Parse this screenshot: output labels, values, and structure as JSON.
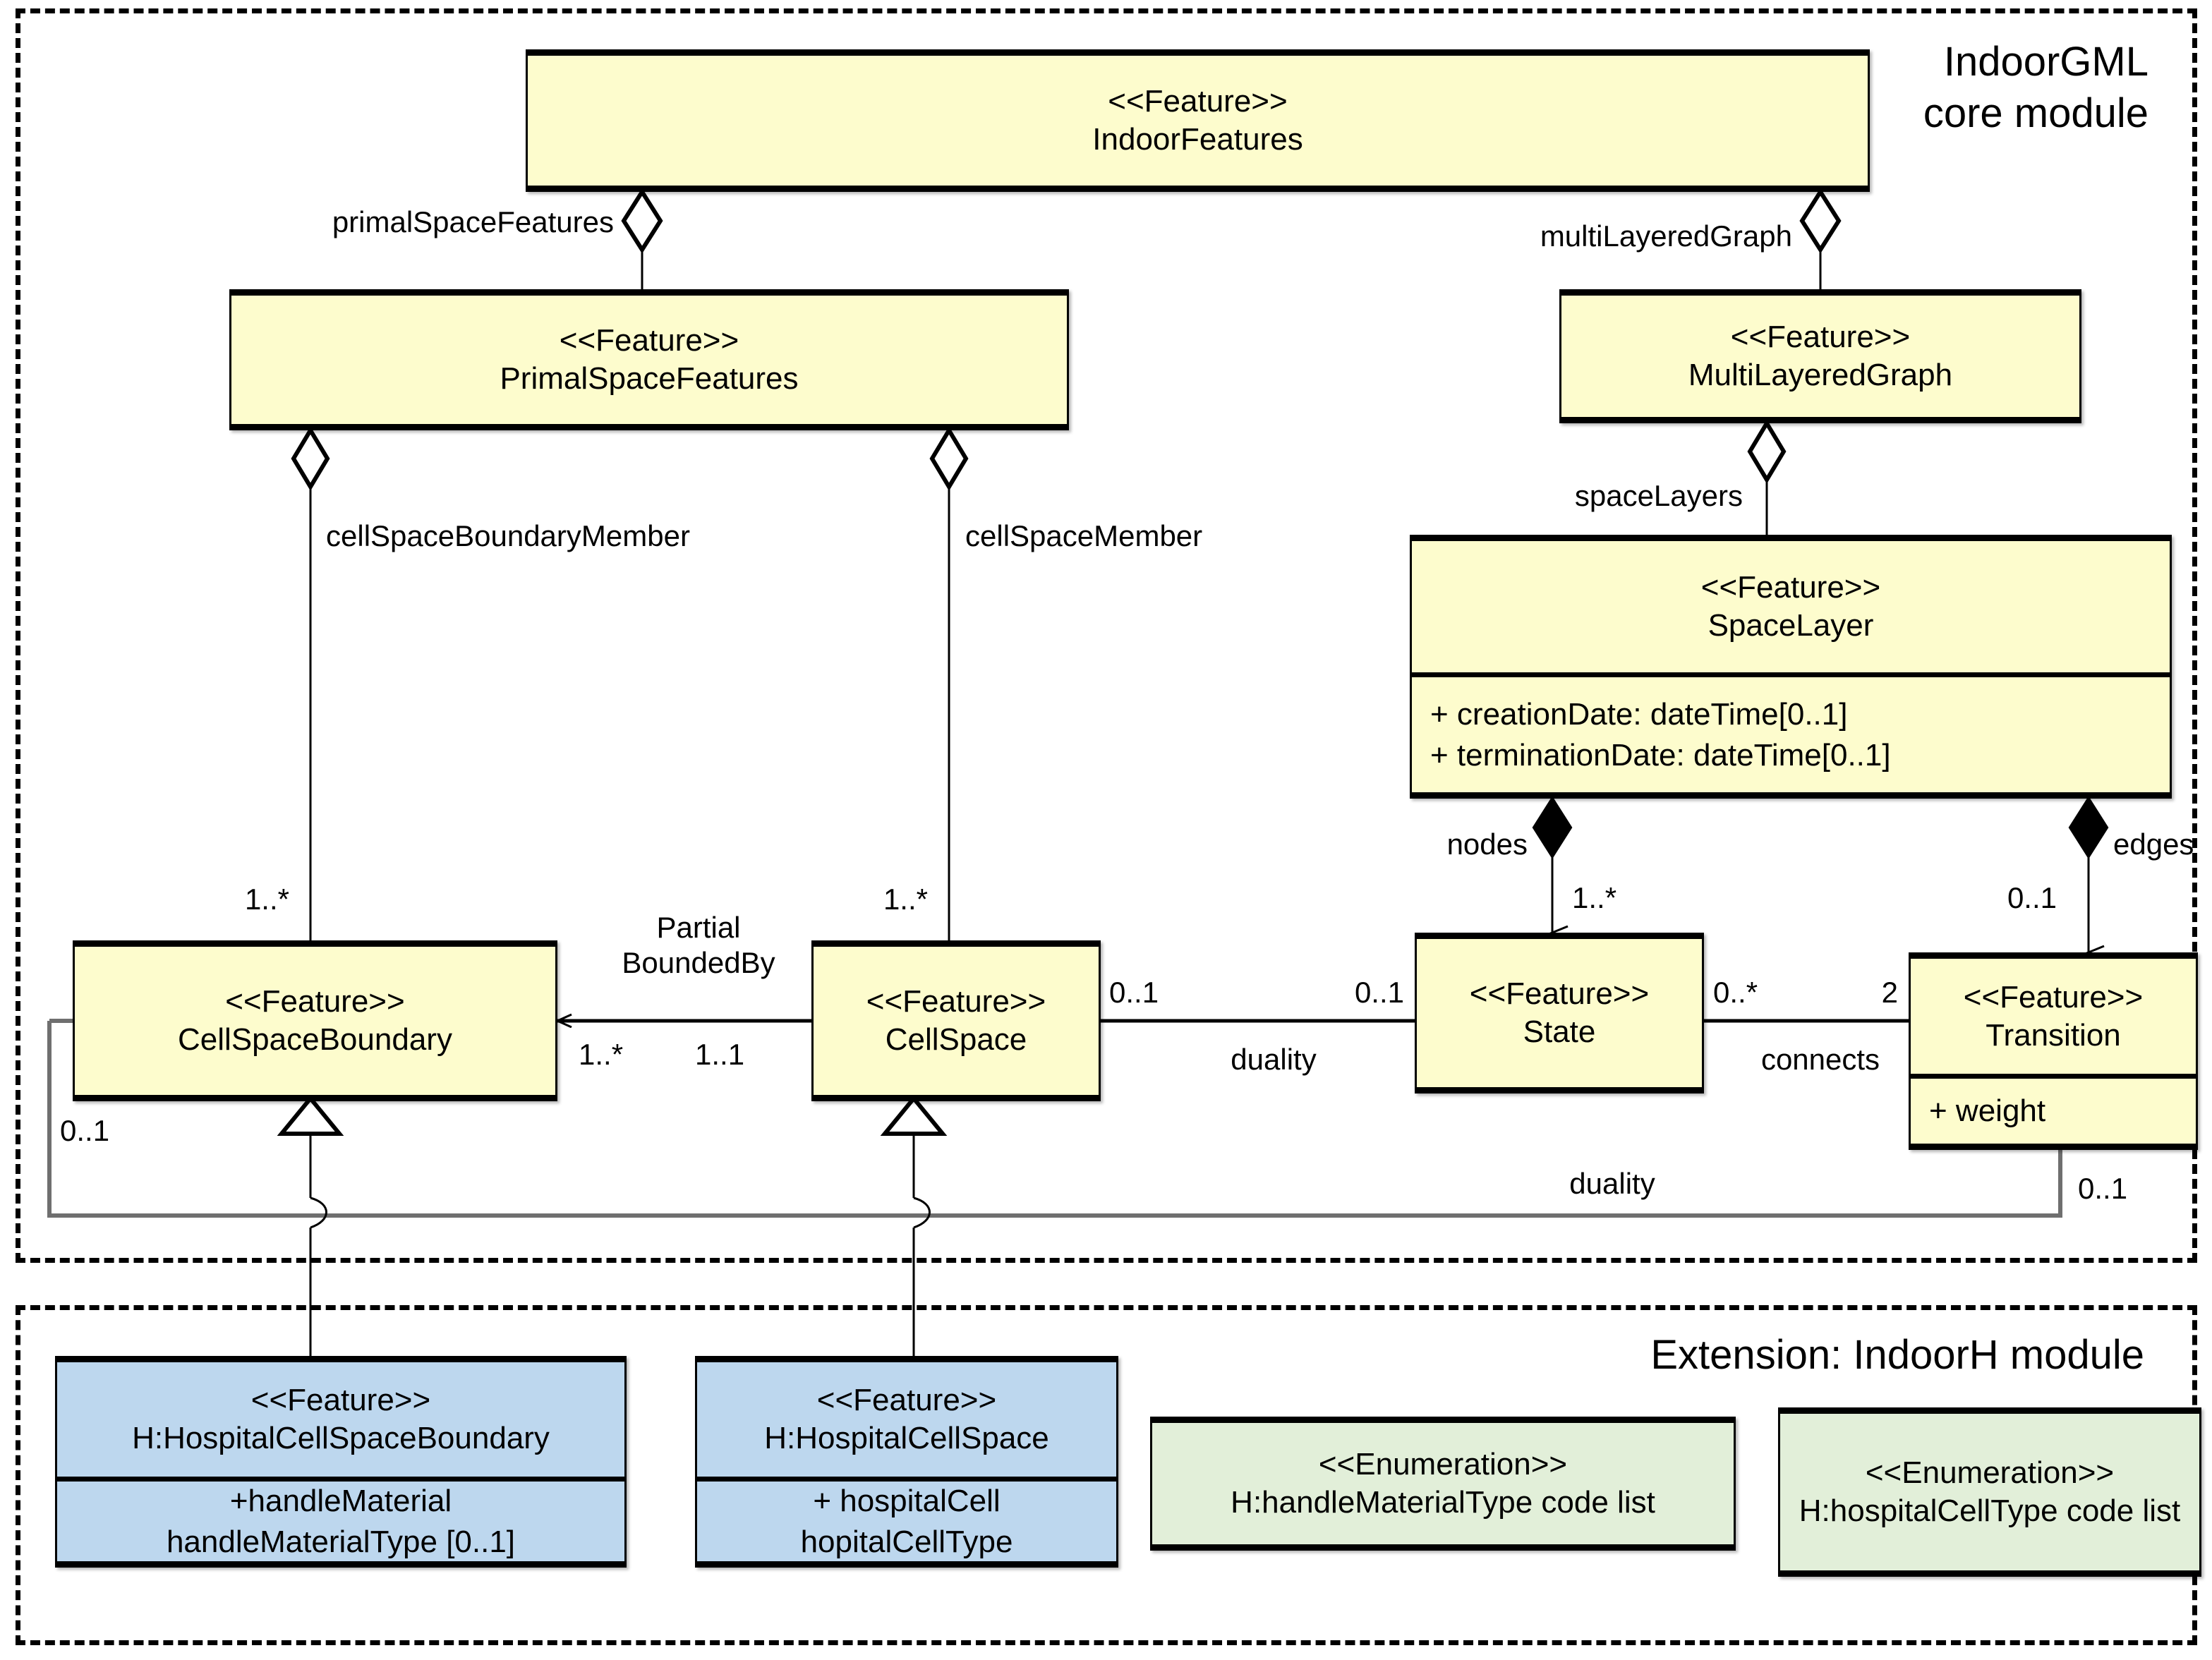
{
  "diagram": {
    "kind": "uml-class-diagram",
    "packages": [
      {
        "id": "core",
        "title": "IndoorGML\ncore module"
      },
      {
        "id": "ext",
        "title": "Extension: IndoorH module"
      }
    ],
    "classes": [
      {
        "id": "indoorFeatures",
        "stereotype": "<<Feature>>",
        "name": "IndoorFeatures",
        "attributes": [],
        "fill": "#fdfccd"
      },
      {
        "id": "primalSpaceFeatures",
        "stereotype": "<<Feature>>",
        "name": "PrimalSpaceFeatures",
        "attributes": [],
        "fill": "#fdfccd"
      },
      {
        "id": "multiLayeredGraph",
        "stereotype": "<<Feature>>",
        "name": "MultiLayeredGraph",
        "attributes": [],
        "fill": "#fdfccd"
      },
      {
        "id": "spaceLayer",
        "stereotype": "<<Feature>>",
        "name": "SpaceLayer",
        "attributes": [
          "+ creationDate: dateTime[0..1]",
          "+ terminationDate: dateTime[0..1]"
        ],
        "fill": "#fdfccd"
      },
      {
        "id": "cellSpaceBoundary",
        "stereotype": "<<Feature>>",
        "name": "CellSpaceBoundary",
        "attributes": [],
        "fill": "#fdfccd"
      },
      {
        "id": "cellSpace",
        "stereotype": "<<Feature>>",
        "name": "CellSpace",
        "attributes": [],
        "fill": "#fdfccd"
      },
      {
        "id": "state",
        "stereotype": "<<Feature>>",
        "name": "State",
        "attributes": [],
        "fill": "#fdfccd"
      },
      {
        "id": "transition",
        "stereotype": "<<Feature>>",
        "name": "Transition",
        "attributes": [
          "+ weight"
        ],
        "fill": "#fdfccd"
      },
      {
        "id": "hospitalCellSpaceBoundary",
        "stereotype": "<<Feature>>",
        "name": "H:HospitalCellSpaceBoundary",
        "attributes": [
          "+handleMaterial",
          "handleMaterialType [0..1]"
        ],
        "fill": "#bdd7ee"
      },
      {
        "id": "hospitalCellSpace",
        "stereotype": "<<Feature>>",
        "name": "H:HospitalCellSpace",
        "attributes": [
          "+ hospitalCell",
          "hopitalCellType"
        ],
        "fill": "#bdd7ee"
      },
      {
        "id": "handleMaterialTypeEnum",
        "stereotype": "<<Enumeration>>",
        "name": "H:handleMaterialType code list",
        "attributes": [],
        "fill": "#e2efd9"
      },
      {
        "id": "hospitalCellTypeEnum",
        "stereotype": "<<Enumeration>>",
        "name": "H:hospitalCellType\ncode list",
        "attributes": [],
        "fill": "#e2efd9"
      }
    ],
    "role_labels": {
      "primalSpaceFeatures": "primalSpaceFeatures",
      "multiLayeredGraph": "multiLayeredGraph",
      "cellSpaceBoundaryMember": "cellSpaceBoundaryMember",
      "cellSpaceMember": "cellSpaceMember",
      "spaceLayers": "spaceLayers",
      "nodes": "nodes",
      "edges": "edges",
      "partialBoundedBy": "Partial\nBoundedBy",
      "dualityTop": "duality",
      "dualityBottom": "duality",
      "connects": "connects"
    },
    "multiplicities": {
      "cellSpaceBoundary_top": "1..*",
      "cellSpace_top": "1..*",
      "boundedBy_left": "1..*",
      "boundedBy_right": "1..1",
      "cellSpace_duality": "0..1",
      "state_duality": "0..1",
      "state_connects": "0..*",
      "transition_connects": "2",
      "nodes_mult": "1..*",
      "edges_mult": "0..1",
      "cellSpaceBoundary_duality": "0..1",
      "transition_duality": "0..1"
    }
  }
}
